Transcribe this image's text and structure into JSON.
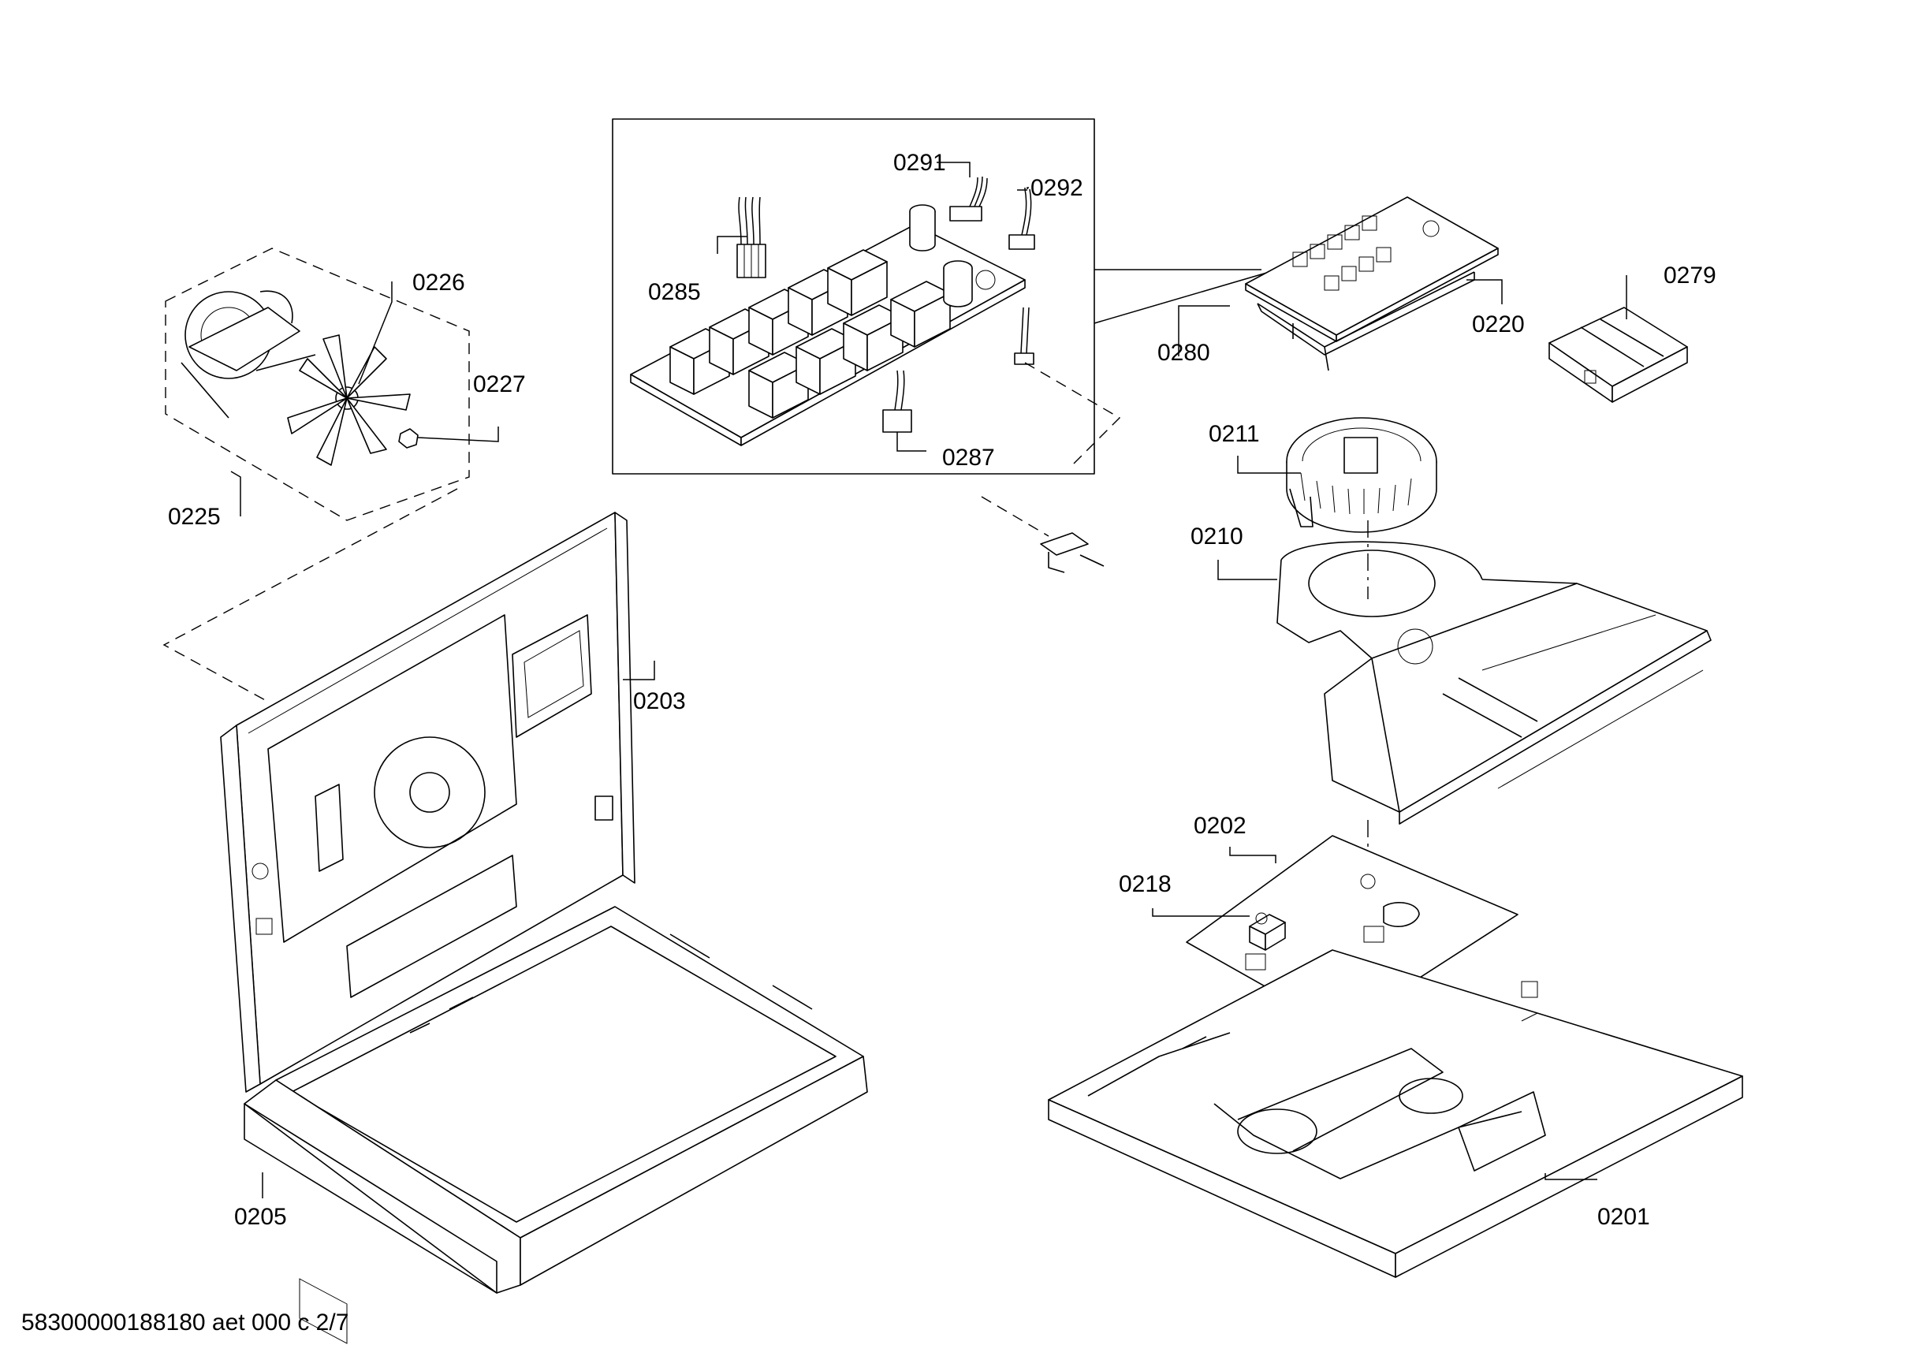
{
  "labels": {
    "p0291": "0291",
    "p0292": "0292",
    "p0285": "0285",
    "p0287": "0287",
    "p0226": "0226",
    "p0227": "0227",
    "p0225": "0225",
    "p0203": "0203",
    "p0205": "0205",
    "p0279": "0279",
    "p0220": "0220",
    "p0280": "0280",
    "p0211": "0211",
    "p0210": "0210",
    "p0202": "0202",
    "p0218": "0218",
    "p0201": "0201"
  },
  "footer": "58300000188180 aet 000 c 2/7"
}
